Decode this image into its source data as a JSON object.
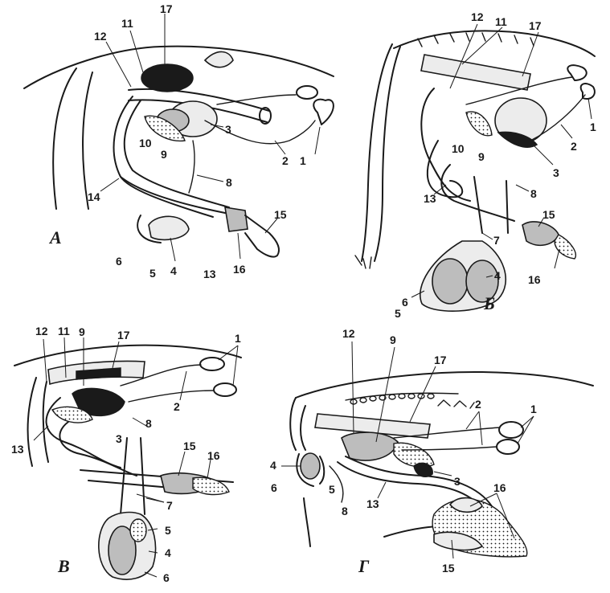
{
  "panels": [
    {
      "letter": "А",
      "numbers": [
        "1",
        "2",
        "3",
        "4",
        "5",
        "6",
        "8",
        "9",
        "10",
        "11",
        "12",
        "13",
        "14",
        "15",
        "16",
        "17"
      ]
    },
    {
      "letter": "Б",
      "numbers": [
        "1",
        "2",
        "3",
        "4",
        "5",
        "6",
        "7",
        "8",
        "9",
        "10",
        "11",
        "12",
        "13",
        "15",
        "16",
        "17"
      ]
    },
    {
      "letter": "В",
      "numbers": [
        "1",
        "2",
        "3",
        "4",
        "5",
        "6",
        "7",
        "8",
        "9",
        "11",
        "12",
        "13",
        "15",
        "16",
        "17"
      ]
    },
    {
      "letter": "Г",
      "numbers": [
        "1",
        "2",
        "3",
        "4",
        "5",
        "6",
        "8",
        "9",
        "12",
        "13",
        "15",
        "16",
        "17"
      ]
    }
  ]
}
